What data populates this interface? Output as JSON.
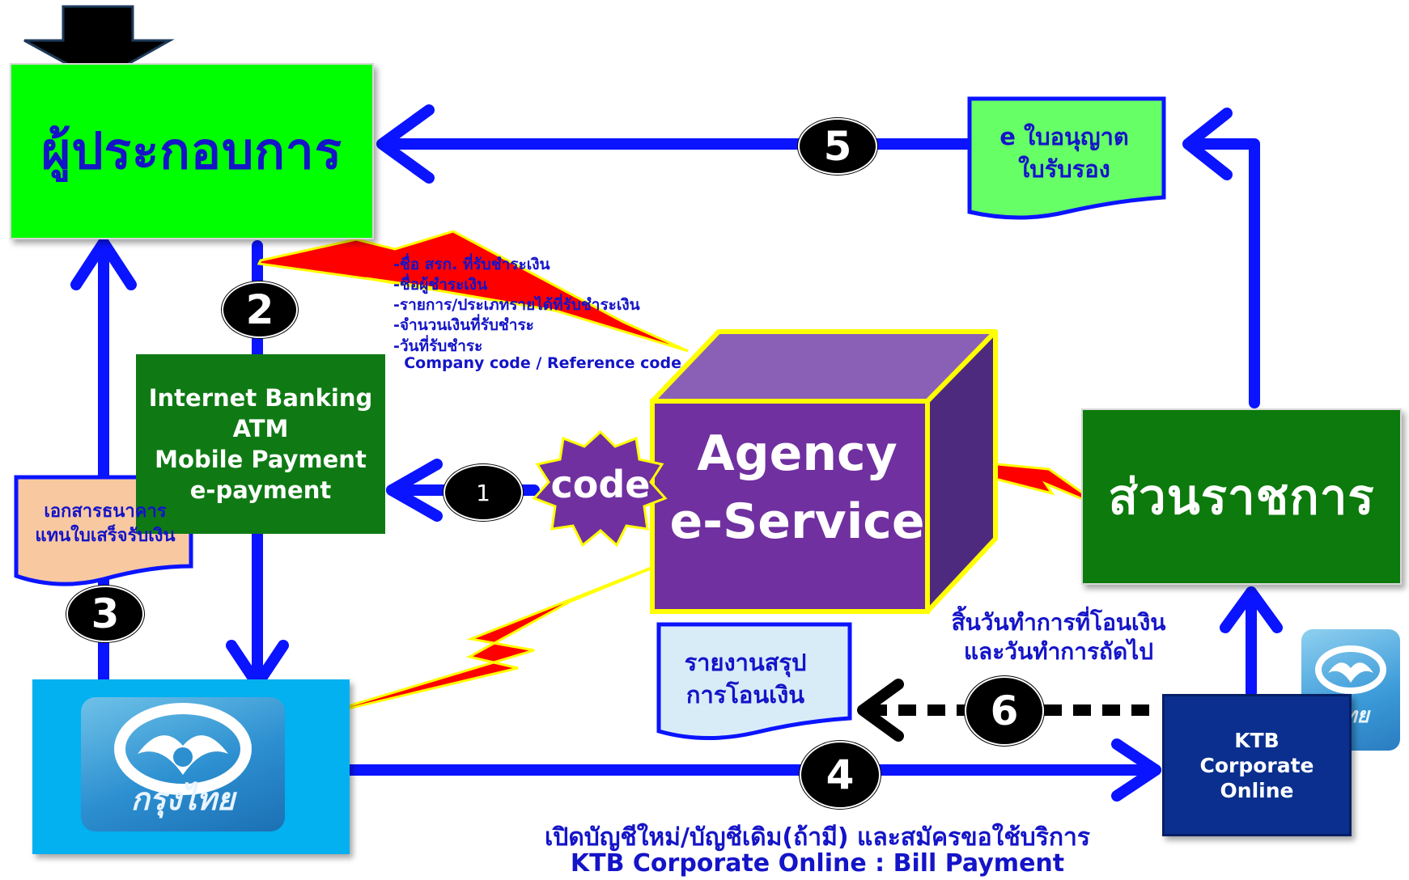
{
  "operator": {
    "label": "ผู้ประกอบการ"
  },
  "government": {
    "label": "ส่วนราชการ"
  },
  "agency": {
    "line1": "Agency",
    "line2": "e-Service"
  },
  "code_badge": {
    "label": "code"
  },
  "channels": {
    "lines": [
      "Internet Banking",
      "ATM",
      "Mobile Payment",
      "e-payment"
    ]
  },
  "bank_document": {
    "line1": "เอกสารธนาคาร",
    "line2": "แทนใบเสร็จรับเงิน"
  },
  "bank": {
    "logo_text": "กรุงไทย"
  },
  "license_document": {
    "line1": "e ใบอนุญาต",
    "line2": "ใบรับรอง"
  },
  "report_document": {
    "line1": "รายงานสรุป",
    "line2": "การโอนเงิน"
  },
  "ktb_corporate": {
    "lines": [
      "KTB",
      "Corporate",
      "Online"
    ],
    "small_logo_text": "ไทย"
  },
  "payment_info": {
    "lines": [
      "-ชื่อ สรก. ที่รับชำระเงิน",
      "-ชื่อผู้ชำระเงิน",
      "-รายการ/ประเภทรายได้ที่รับชำระเงิน",
      "-จำนวนเงินที่รับชำระ",
      "-วันที่รับชำระ",
      "  Company code / Reference code"
    ]
  },
  "transfer_note": {
    "line1": "สิ้นวันทำการที่โอนเงิน",
    "line2": "และวันทำการถัดไป"
  },
  "bottom_note": {
    "line1": "เปิดบัญชีใหม่/บัญชีเดิม(ถ้ามี) และสมัครขอใช้บริการ",
    "line2": "KTB  Corporate Online : Bill Payment"
  },
  "steps": {
    "s1": "1",
    "s2": "2",
    "s3": "3",
    "s4": "4",
    "s5": "5",
    "s6": "6"
  },
  "colors": {
    "flow_arrow": "#0a14ff",
    "operator_fill": "#00ff00",
    "government_fill": "#0c7a0c",
    "agency_fill": "#7030a0",
    "lightning": "#ff0000",
    "lightning_outline": "#ffff00",
    "text_blue": "#1414c8"
  }
}
